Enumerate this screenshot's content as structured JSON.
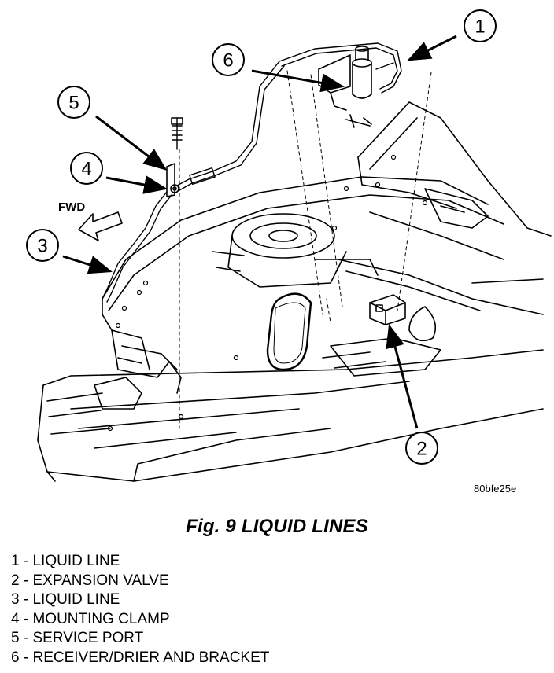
{
  "callouts": [
    {
      "num": "1"
    },
    {
      "num": "2"
    },
    {
      "num": "3"
    },
    {
      "num": "4"
    },
    {
      "num": "5"
    },
    {
      "num": "6"
    }
  ],
  "fwd_label": "FWD",
  "image_code": "80bfe25e",
  "caption": "Fig. 9 LIQUID LINES",
  "legend": [
    {
      "num": "1",
      "text": "LIQUID LINE"
    },
    {
      "num": "2",
      "text": "EXPANSION VALVE"
    },
    {
      "num": "3",
      "text": "LIQUID LINE"
    },
    {
      "num": "4",
      "text": "MOUNTING CLAMP"
    },
    {
      "num": "5",
      "text": "SERVICE PORT"
    },
    {
      "num": "6",
      "text": "RECEIVER/DRIER AND BRACKET"
    }
  ]
}
